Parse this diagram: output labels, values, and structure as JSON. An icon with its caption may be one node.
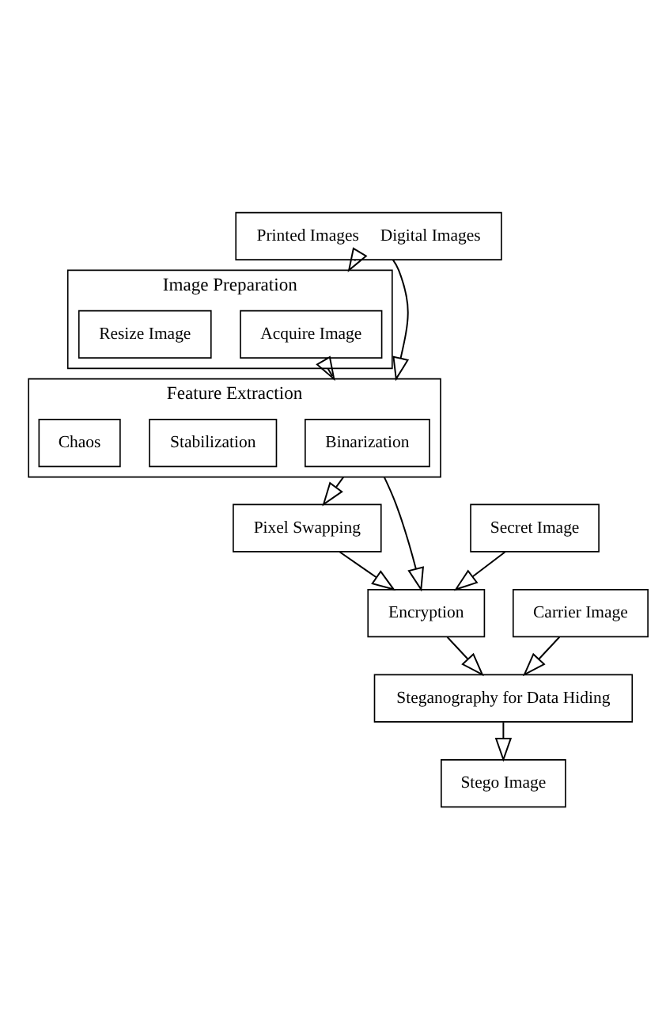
{
  "diagram": {
    "nodes": [
      {
        "text": [
          "Printed Images",
          "Digital Images"
        ]
      },
      {
        "text": [
          "Image Preparation"
        ]
      },
      {
        "text": [
          "Acquire Image"
        ],
        "in": 1
      },
      {
        "text": [
          "Resize Image"
        ],
        "in": 1
      },
      {
        "text": [
          "Feature Extraction"
        ]
      },
      {
        "text": [
          "Binarization"
        ],
        "in": 4
      },
      {
        "text": [
          "Stabilization"
        ],
        "in": 4
      },
      {
        "text": [
          "Chaos"
        ],
        "in": 4
      },
      {
        "text": [
          "Pixel Swapping"
        ]
      },
      {
        "text": [
          "Secret Image"
        ]
      },
      {
        "text": [
          "Encryption"
        ]
      },
      {
        "text": [
          "Carrier Image"
        ]
      },
      {
        "text": [
          "Steganography for Data Hiding"
        ]
      },
      {
        "text": [
          "Stego Image"
        ]
      }
    ],
    "edges": [
      {
        "from": 0,
        "to": 1,
        "arrow": "to"
      },
      {
        "from": 0,
        "to": 4,
        "arrow": "to"
      },
      {
        "from": 1,
        "to": 4,
        "arrow": "to"
      },
      {
        "from": 4,
        "to": 8,
        "arrow": "to"
      },
      {
        "from": 4,
        "to": 10,
        "arrow": "to"
      },
      {
        "from": 8,
        "to": 10,
        "arrow": "to"
      },
      {
        "from": 9,
        "to": 10,
        "arrow": "to"
      },
      {
        "from": 10,
        "to": 12,
        "arrow": "to"
      },
      {
        "from": 11,
        "to": 12,
        "arrow": "to"
      },
      {
        "from": 12,
        "to": 13,
        "arrow": "to"
      }
    ]
  }
}
